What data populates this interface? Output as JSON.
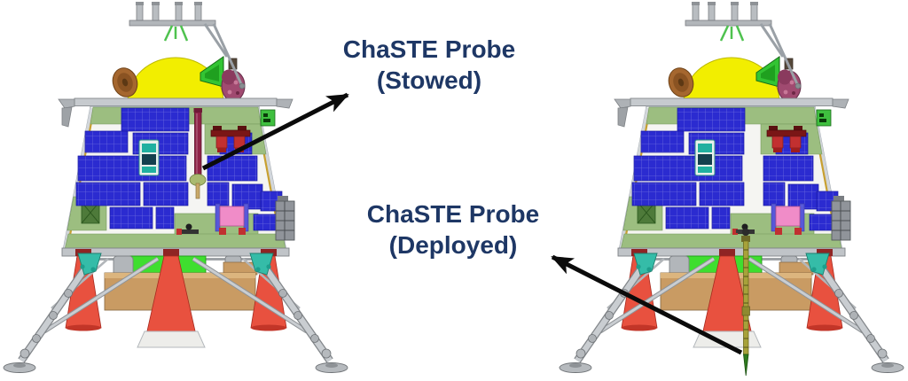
{
  "labels": {
    "stowed": {
      "line1": "ChaSTE Probe",
      "line2": "(Stowed)"
    },
    "deployed": {
      "line1": "ChaSTE Probe",
      "line2": "(Deployed)"
    }
  },
  "colors": {
    "label_text": "#1E3765",
    "arrow": "#0B0B0B",
    "dome_yellow": "#F2EE00",
    "solar_blue": "#2B2BD0",
    "panel_green": "#9CBE80",
    "body_white": "#F5F5F2",
    "engine_red": "#E8513F",
    "box_green": "#3FDE2F",
    "box_brown": "#C99B63",
    "probe_stowed_maroon": "#8E2347",
    "probe_deployed_olive": "#A7A23A",
    "fitting_teal": "#35BCA8",
    "structure_gray": "#C9CDD1"
  }
}
